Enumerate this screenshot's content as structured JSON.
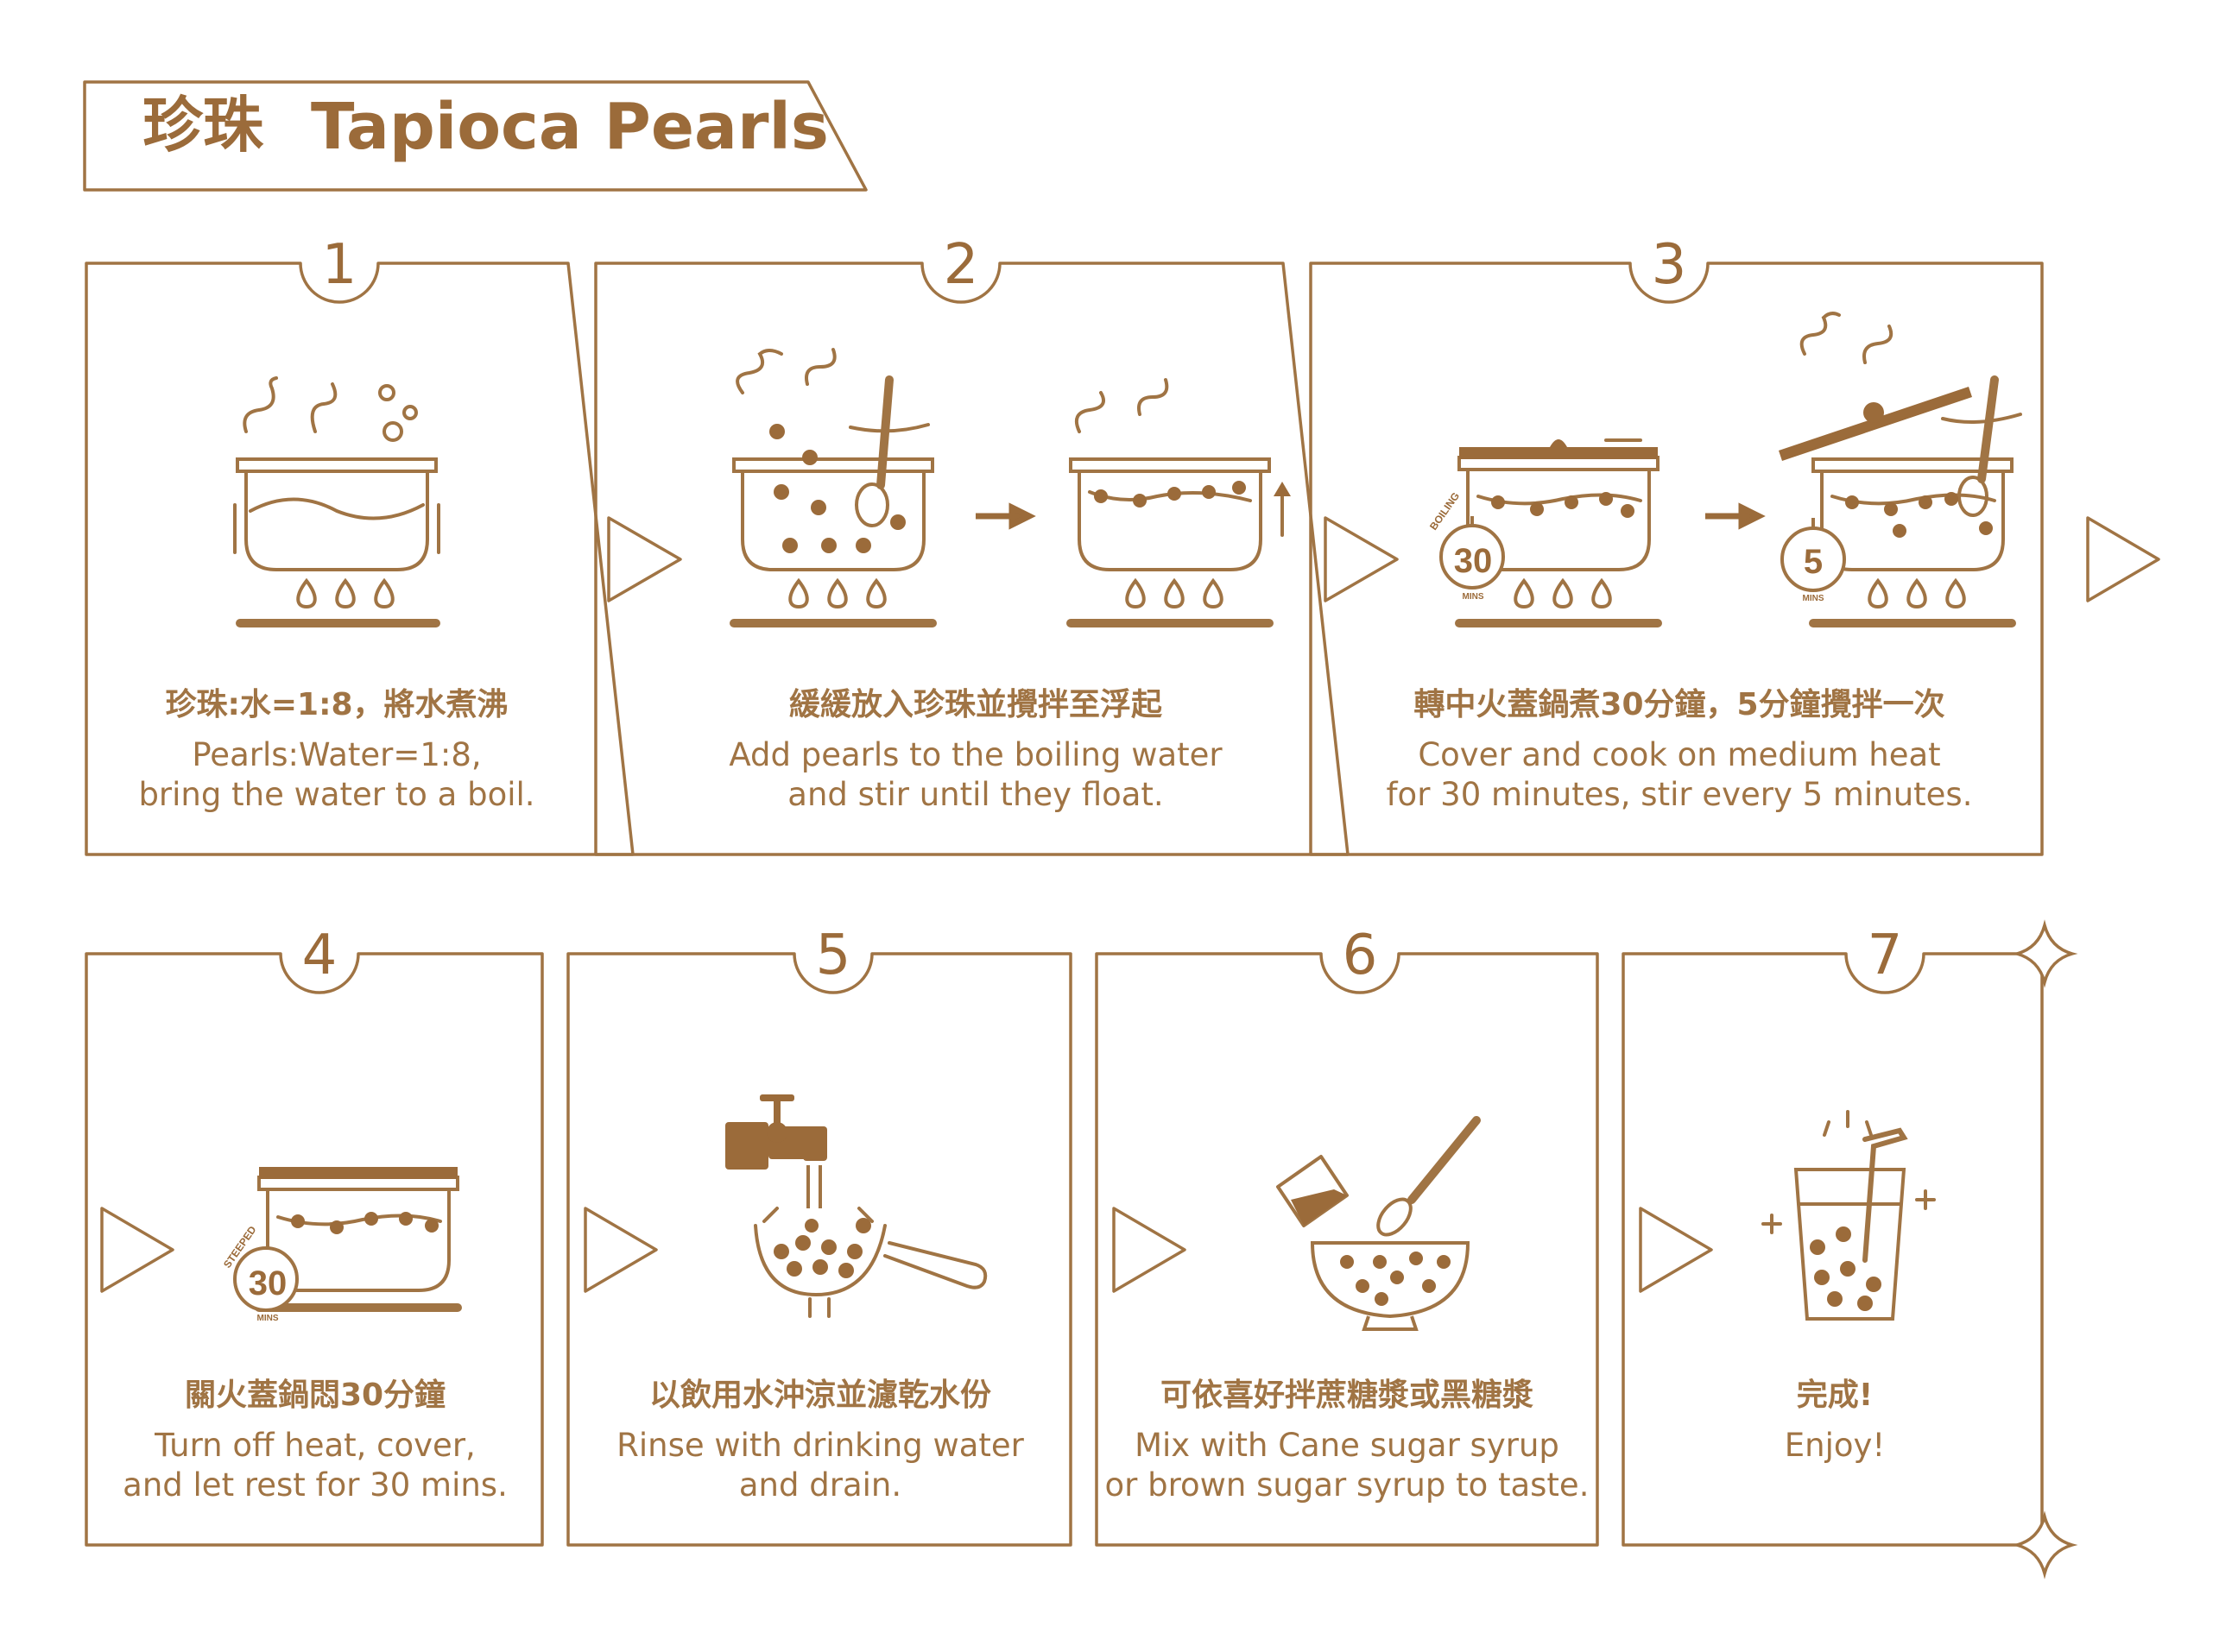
{
  "title": {
    "zh": "珍珠",
    "en": "Tapioca Pearls"
  },
  "steps": [
    {
      "num": "1",
      "zh": "珍珠:水=1:8，將水煮沸",
      "en1": "Pearls:Water=1:8,",
      "en2": "bring the water to a boil."
    },
    {
      "num": "2",
      "zh": "緩緩放入珍珠並攪拌至浮起",
      "en1": "Add pearls to the boiling water",
      "en2": "and stir until they float."
    },
    {
      "num": "3",
      "zh": "轉中火蓋鍋煮30分鐘，5分鐘攪拌一次",
      "en1": "Cover and cook on medium heat",
      "en2": "for 30 minutes, stir every 5 minutes."
    },
    {
      "num": "4",
      "zh": "關火蓋鍋悶30分鐘",
      "en1": "Turn off heat, cover,",
      "en2": "and let rest for 30 mins."
    },
    {
      "num": "5",
      "zh": "以飲用水沖涼並濾乾水份",
      "en1": "Rinse with drinking water",
      "en2": "and drain."
    },
    {
      "num": "6",
      "zh": "可依喜好拌蔗糖漿或黑糖漿",
      "en1": "Mix with Cane sugar syrup",
      "en2": "or brown sugar syrup to taste."
    },
    {
      "num": "7",
      "zh": "完成!",
      "en1": "Enjoy!",
      "en2": ""
    }
  ],
  "timers": {
    "boiling": {
      "value": "30",
      "label": "BOILING",
      "unit": "MINS"
    },
    "stir": {
      "value": "5",
      "unit": "MINS"
    },
    "steeped": {
      "value": "30",
      "label": "STEEPED",
      "unit": "MINS"
    }
  },
  "colors": {
    "line": "#a07444",
    "fill": "#9b6b3a",
    "text": "#a07444"
  }
}
